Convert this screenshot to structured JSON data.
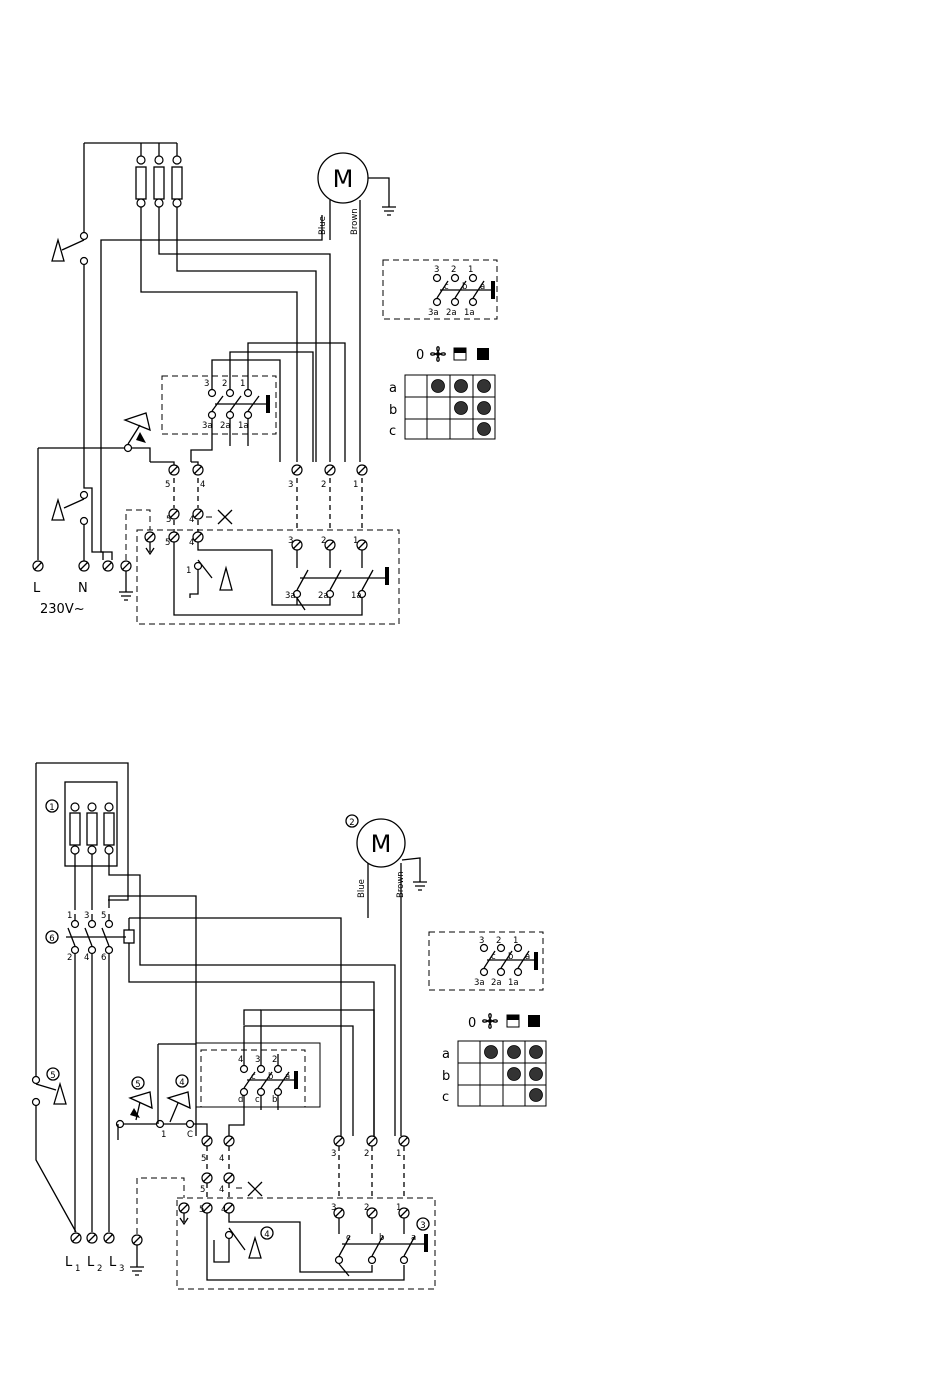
{
  "diagram1": {
    "motor_label": "M",
    "wire_blue": "Blue",
    "wire_brown": "Brown",
    "supply_L": "L",
    "supply_N": "N",
    "voltage": "230V~",
    "sw_top": [
      "3",
      "2",
      "1"
    ],
    "sw_bottom": [
      "3a",
      "2a",
      "1a"
    ],
    "sw_poles": [
      "c",
      "b",
      "a"
    ],
    "table_header": "0",
    "table_rows": [
      "a",
      "b",
      "c"
    ],
    "terms_row1": [
      "5",
      "4",
      "3",
      "2",
      "1"
    ],
    "terms_row2": [
      "5",
      "4",
      "3",
      "2",
      "1"
    ],
    "term_1": "1"
  },
  "diagram2": {
    "motor_label": "M",
    "wire_blue": "Blue",
    "wire_brown": "Brown",
    "L1": "L",
    "L2": "L",
    "L3": "L",
    "sub1": "1",
    "sub2": "2",
    "sub3": "3",
    "circ": [
      "1",
      "2",
      "3",
      "4",
      "5",
      "6"
    ],
    "relay_top": [
      "1",
      "3",
      "5"
    ],
    "relay_bottom": [
      "2",
      "4",
      "6"
    ],
    "sw4_top": [
      "4",
      "3",
      "2"
    ],
    "sw4_poles": [
      "c",
      "b",
      "a"
    ],
    "sw4_bottom": [
      "d",
      "c",
      "b"
    ],
    "sw_top": [
      "3",
      "2",
      "1"
    ],
    "sw_bottom": [
      "3a",
      "2a",
      "1a"
    ],
    "table_header": "0",
    "table_rows": [
      "a",
      "b",
      "c"
    ],
    "terms_row1": [
      "5",
      "4",
      "3",
      "2",
      "1"
    ],
    "terms_row2": [
      "5",
      "4"
    ],
    "thermo_labels": [
      "1",
      "C"
    ]
  }
}
